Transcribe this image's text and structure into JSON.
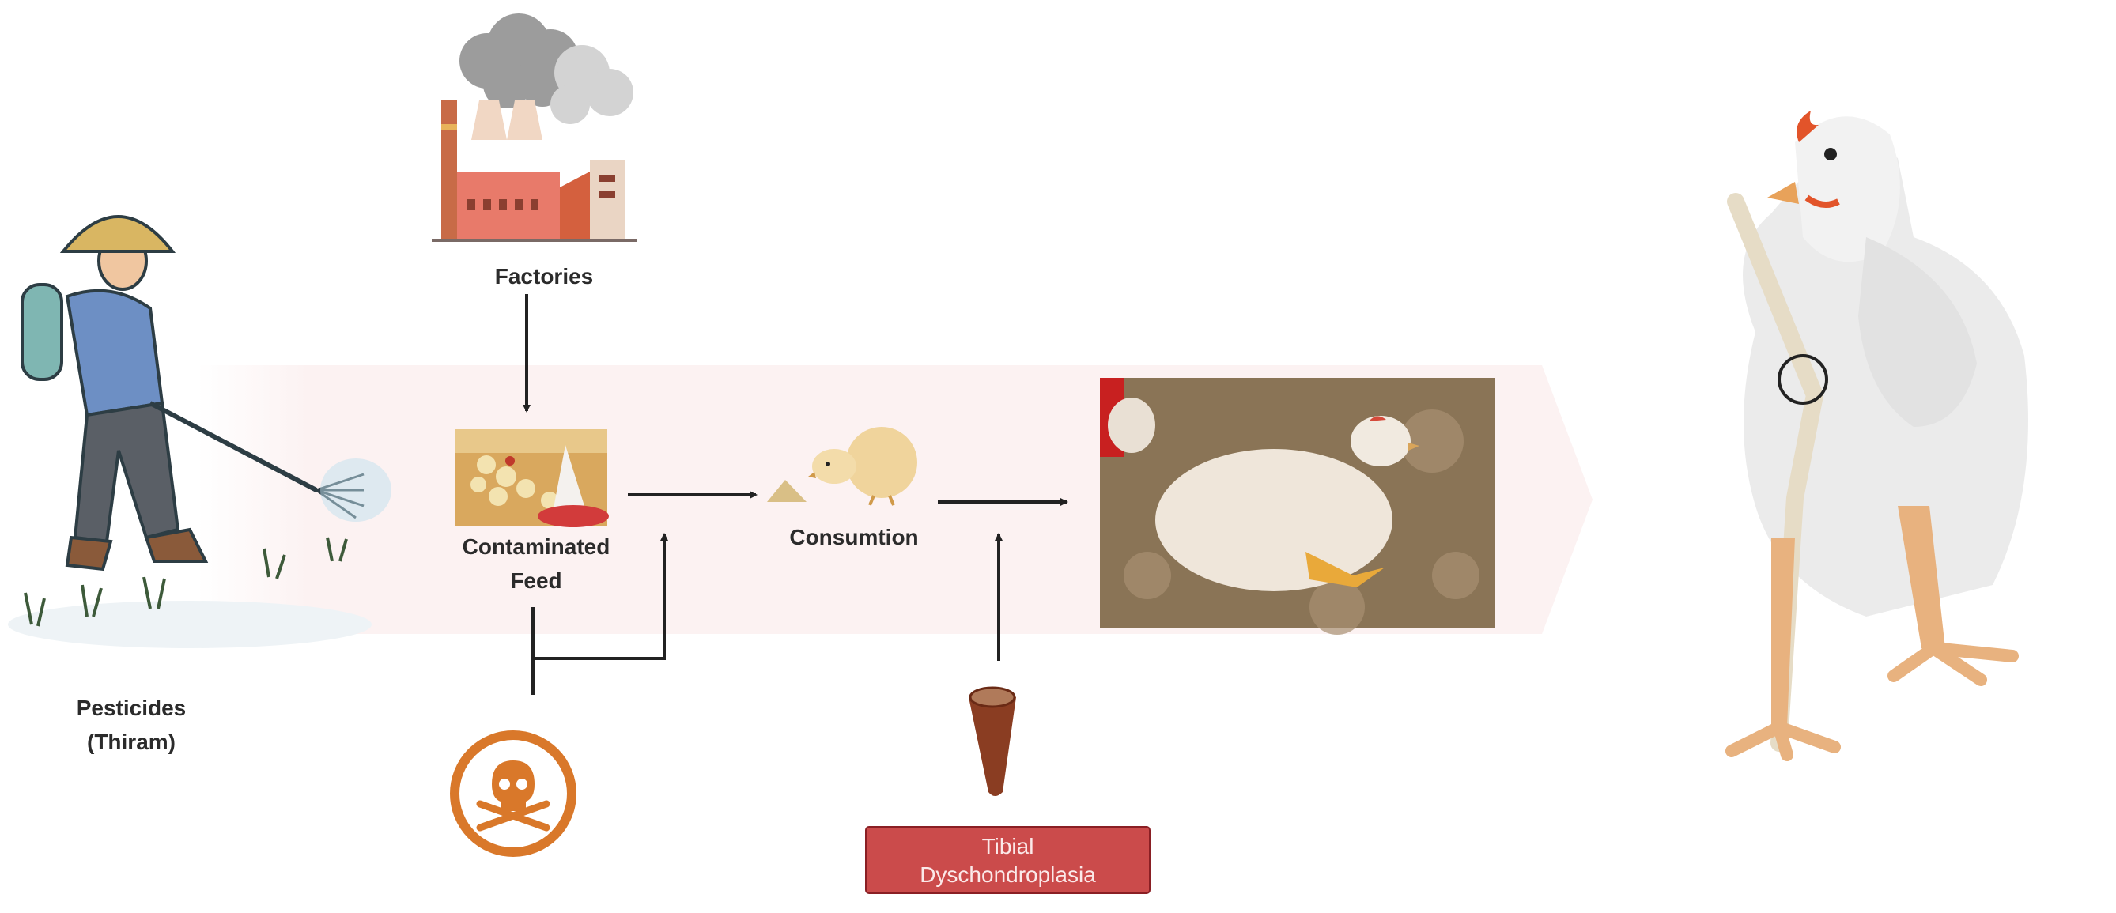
{
  "labels": {
    "factories": "Factories",
    "contaminated_feed_line1": "Contaminated",
    "contaminated_feed_line2": "Feed",
    "consumption": "Consumtion",
    "pesticides_line1": "Pesticides",
    "pesticides_line2": "(Thiram)",
    "tibial_line1": "Tibial",
    "tibial_line2": "Dyschondroplasia"
  },
  "colors": {
    "band": "#fcf2f2",
    "arrow": "#222222",
    "toxic": "#d9782a",
    "disease_box": "#cb4b4b"
  }
}
